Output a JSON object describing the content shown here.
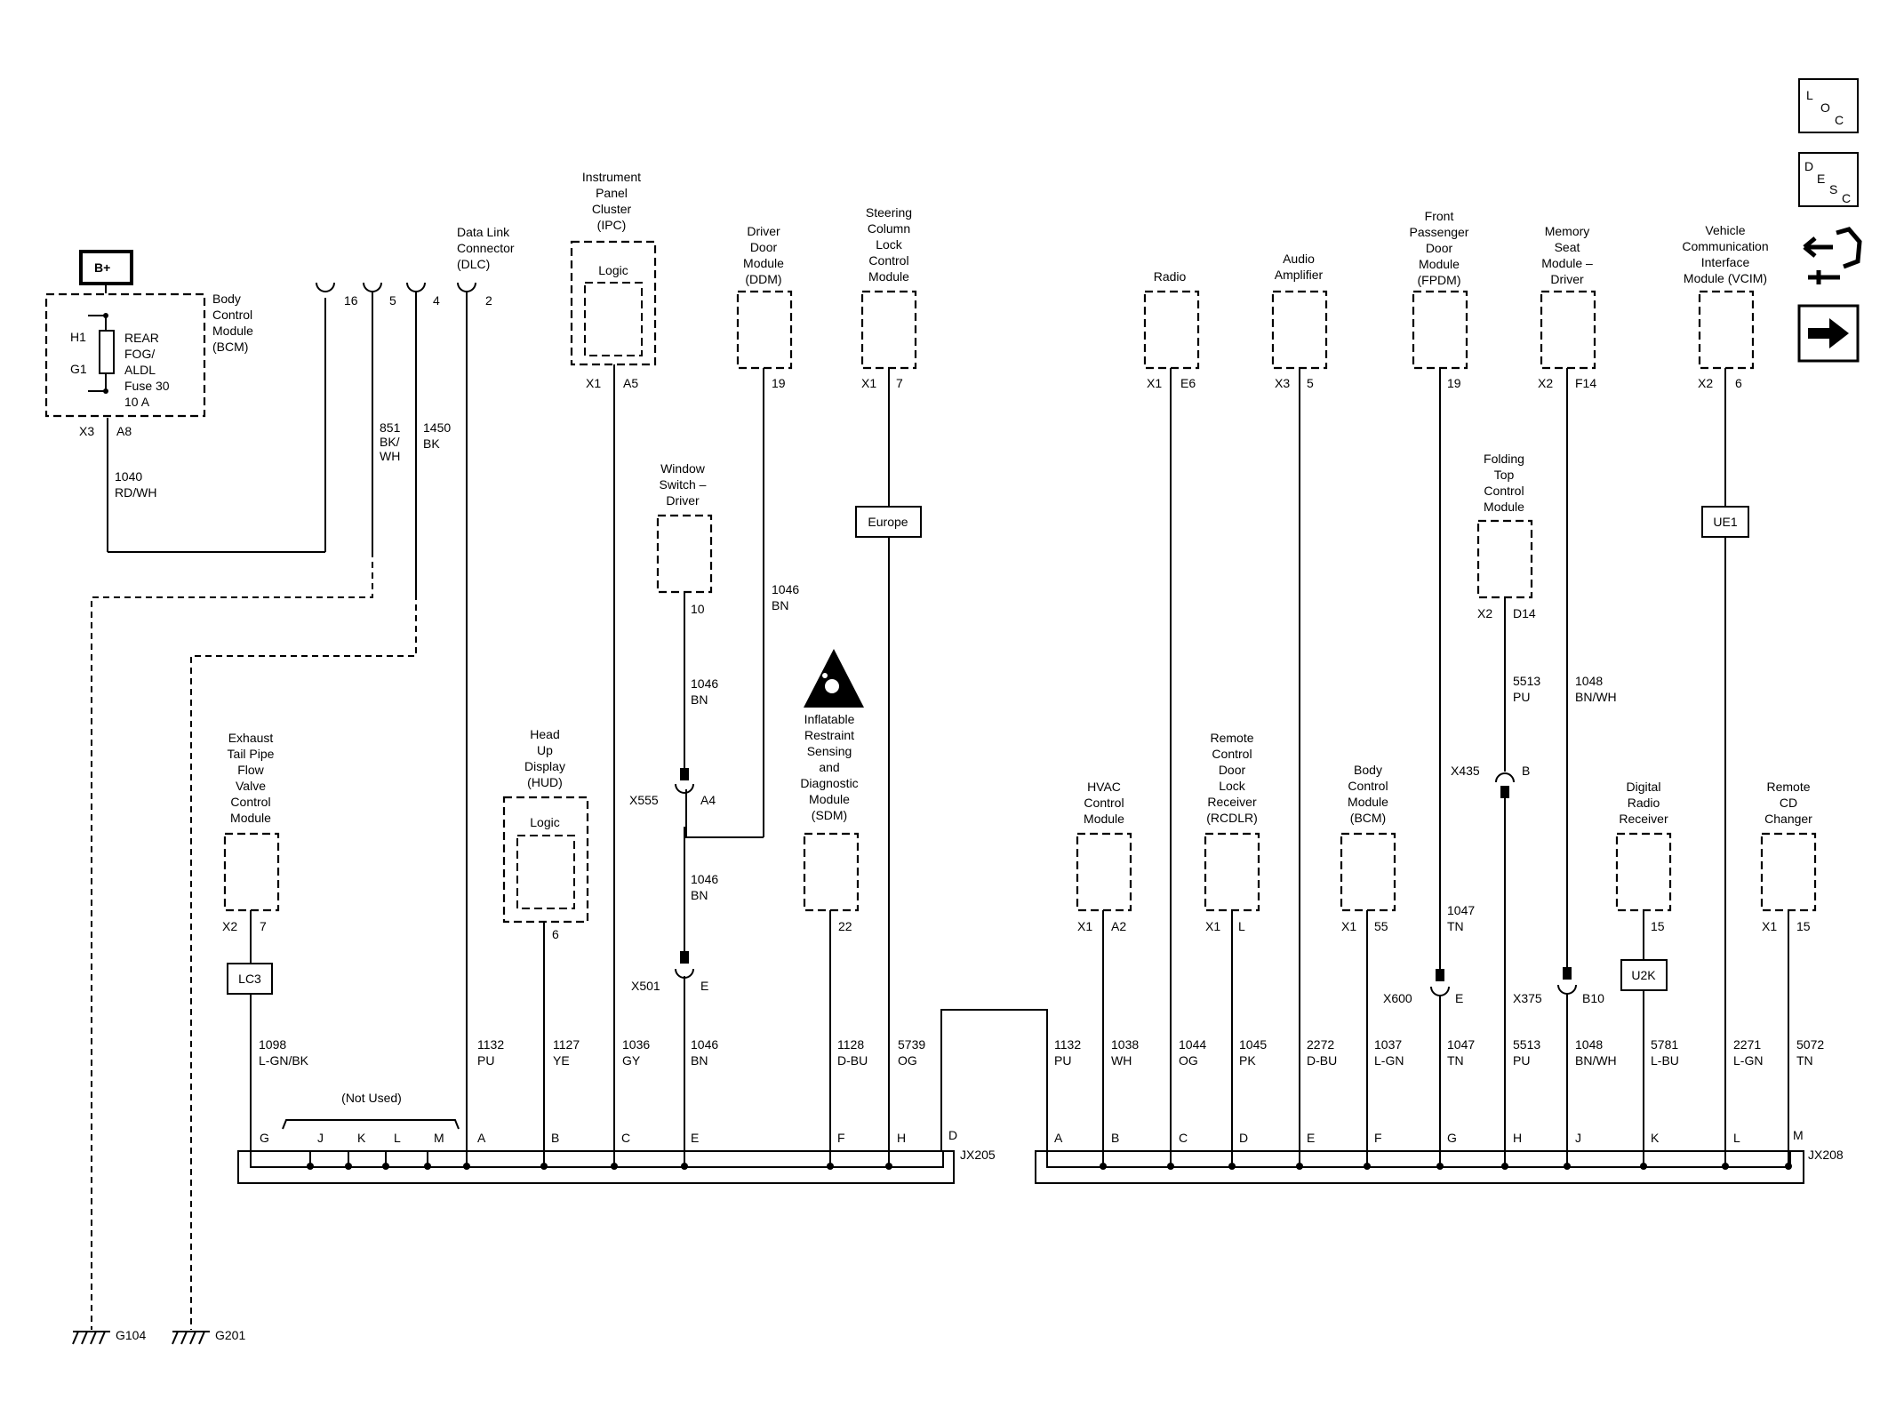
{
  "icons": {
    "loc": {
      "L": "L",
      "O": "O",
      "C": "C"
    },
    "desc": {
      "D": "D",
      "E": "E",
      "S": "S",
      "C": "C"
    },
    "nav": [
      "wiring-harness-icon",
      "arrow-right-icon"
    ]
  },
  "bplus": "B+",
  "bcm_top": {
    "title": [
      "Body",
      "Control",
      "Module",
      "(BCM)"
    ],
    "fuse": [
      "REAR",
      "FOG/",
      "ALDL",
      "Fuse 30",
      "10 A"
    ],
    "pins": [
      "H1",
      "G1"
    ],
    "conn": "X3",
    "pin": "A8",
    "wire": [
      "1040",
      "RD/WH"
    ]
  },
  "dlc": {
    "title": [
      "Data Link",
      "Connector",
      "(DLC)"
    ],
    "pins": [
      "16",
      "5",
      "4",
      "2"
    ],
    "wire5": [
      "851",
      "BK/",
      "WH"
    ],
    "wire4": [
      "1450",
      "BK"
    ]
  },
  "ipc": {
    "title": [
      "Instrument",
      "Panel",
      "Cluster",
      "(IPC)"
    ],
    "logic": "Logic",
    "conn": "X1",
    "pin": "A5"
  },
  "ddm": {
    "title": [
      "Driver",
      "Door",
      "Module",
      "(DDM)"
    ],
    "pin": "19",
    "wire": [
      "1046",
      "BN"
    ]
  },
  "sclcm": {
    "title": [
      "Steering",
      "Column",
      "Lock",
      "Control",
      "Module"
    ],
    "conn": "X1",
    "pin": "7",
    "option": "Europe"
  },
  "window": {
    "title": [
      "Window",
      "Switch –",
      "Driver"
    ],
    "pin": "10",
    "wire1": [
      "1046",
      "BN"
    ],
    "wire2": [
      "1046",
      "BN"
    ]
  },
  "x555": {
    "name": "X555",
    "pin": "A4"
  },
  "x501": {
    "name": "X501",
    "pin": "E"
  },
  "sdm": {
    "title": [
      "Inflatable",
      "Restraint",
      "Sensing",
      "and",
      "Diagnostic",
      "Module",
      "(SDM)"
    ],
    "pin": "22"
  },
  "exhaust": {
    "title": [
      "Exhaust",
      "Tail Pipe",
      "Flow",
      "Valve",
      "Control",
      "Module"
    ],
    "conn": "X2",
    "pin": "7",
    "option": "LC3"
  },
  "hud": {
    "title": [
      "Head",
      "Up",
      "Display",
      "(HUD)"
    ],
    "logic": "Logic",
    "pin": "6"
  },
  "not_used": "(Not Used)",
  "jx205": {
    "name": "JX205",
    "pins": [
      "G",
      "J",
      "K",
      "L",
      "M",
      "A",
      "B",
      "C",
      "E",
      "F",
      "H",
      "D"
    ],
    "wires": [
      [
        "1098",
        "L-GN/BK"
      ],
      [
        "1132",
        "PU"
      ],
      [
        "1127",
        "YE"
      ],
      [
        "1036",
        "GY"
      ],
      [
        "1046",
        "BN"
      ],
      [
        "1128",
        "D-BU"
      ],
      [
        "5739",
        "OG"
      ]
    ]
  },
  "grounds": [
    "G104",
    "G201"
  ],
  "radio": {
    "title": [
      "Radio"
    ],
    "conn": "X1",
    "pin": "E6"
  },
  "amp": {
    "title": [
      "Audio",
      "Amplifier"
    ],
    "conn": "X3",
    "pin": "5"
  },
  "fpdm": {
    "title": [
      "Front",
      "Passenger",
      "Door",
      "Module",
      "(FPDM)"
    ],
    "pin": "19",
    "wire": [
      "1047",
      "TN"
    ]
  },
  "msm": {
    "title": [
      "Memory",
      "Seat",
      "Module –",
      "Driver"
    ],
    "conn": "X2",
    "pin": "F14",
    "wire": [
      "1048",
      "BN/WH"
    ]
  },
  "vcim": {
    "title": [
      "Vehicle",
      "Communication",
      "Interface",
      "Module (VCIM)"
    ],
    "conn": "X2",
    "pin": "6",
    "option": "UE1"
  },
  "folding": {
    "title": [
      "Folding",
      "Top",
      "Control",
      "Module"
    ],
    "conn": "X2",
    "pin": "D14",
    "wire": [
      "5513",
      "PU"
    ]
  },
  "x435": {
    "name": "X435",
    "pin": "B"
  },
  "x600": {
    "name": "X600",
    "pin": "E"
  },
  "x375": {
    "name": "X375",
    "pin": "B10"
  },
  "hvac": {
    "title": [
      "HVAC",
      "Control",
      "Module"
    ],
    "conn": "X1",
    "pin": "A2"
  },
  "rcdlr": {
    "title": [
      "Remote",
      "Control",
      "Door",
      "Lock",
      "Receiver",
      "(RCDLR)"
    ],
    "conn": "X1",
    "pin": "L"
  },
  "bcm2": {
    "title": [
      "Body",
      "Control",
      "Module",
      "(BCM)"
    ],
    "conn": "X1",
    "pin": "55"
  },
  "drr": {
    "title": [
      "Digital",
      "Radio",
      "Receiver"
    ],
    "pin": "15",
    "option": "U2K"
  },
  "rcdc": {
    "title": [
      "Remote",
      "CD",
      "Changer"
    ],
    "conn": "X1",
    "pin": "15"
  },
  "jx208": {
    "name": "JX208",
    "pins": [
      "A",
      "B",
      "C",
      "D",
      "E",
      "F",
      "G",
      "H",
      "J",
      "K",
      "L",
      "M"
    ],
    "wires": [
      [
        "1132",
        "PU"
      ],
      [
        "1038",
        "WH"
      ],
      [
        "1044",
        "OG"
      ],
      [
        "1045",
        "PK"
      ],
      [
        "2272",
        "D-BU"
      ],
      [
        "1037",
        "L-GN"
      ],
      [
        "1047",
        "TN"
      ],
      [
        "5513",
        "PU"
      ],
      [
        "1048",
        "BN/WH"
      ],
      [
        "5781",
        "L-BU"
      ],
      [
        "2271",
        "L-GN"
      ],
      [
        "5072",
        "TN"
      ]
    ]
  }
}
